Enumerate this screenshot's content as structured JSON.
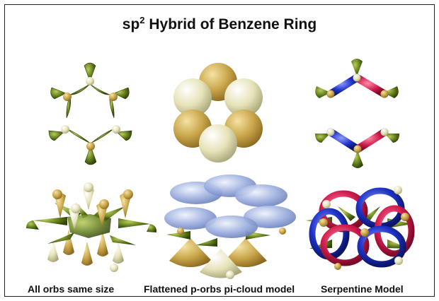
{
  "title": {
    "main": "sp",
    "sup": "2",
    "rest": " Hybrid of Benzene Ring"
  },
  "captions": {
    "left": "All orbs same size",
    "middle": "Flattened p-orbs pi-cloud model",
    "right": "Serpentine Model"
  },
  "colors": {
    "green_lobe": "#5e7a1a",
    "gold_atom": "#c9a54a",
    "cream_atom": "#e6e3b8",
    "red_band": "#d11c4e",
    "blue_band": "#1f33c8",
    "pi_cloud": "#9fb1e0"
  },
  "icons": [
    "green-lobe-icon",
    "gold-sphere-icon",
    "cream-sphere-icon"
  ]
}
